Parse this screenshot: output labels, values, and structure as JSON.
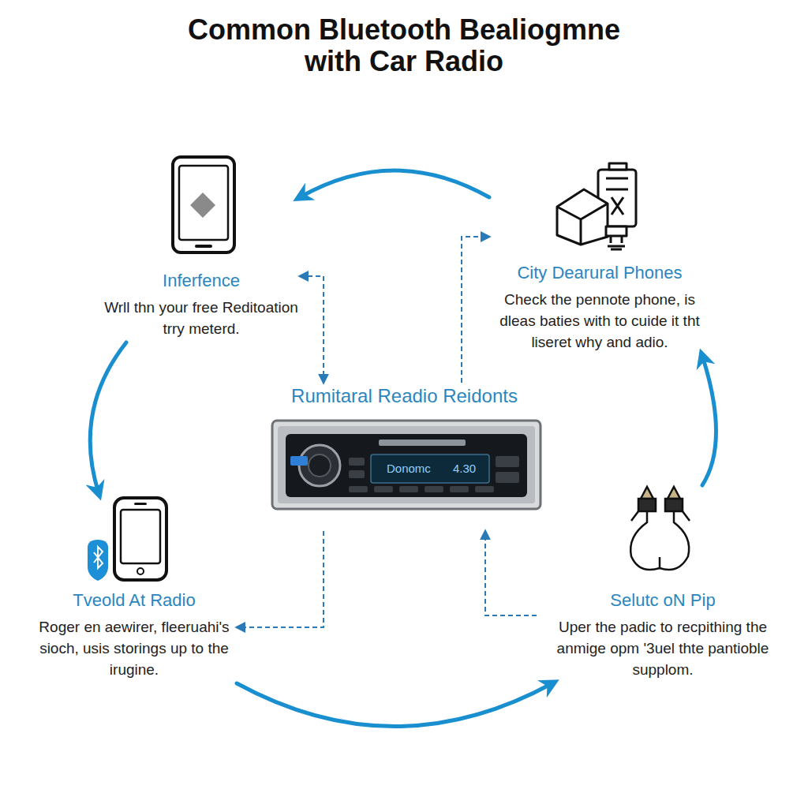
{
  "diagram": {
    "title": "Common Bluetooth Bealiogmne with Car Radio",
    "nodes": [
      {
        "text": [
          "Inferfence",
          "Wrll thn your free Reditoation trry meterd."
        ]
      },
      {
        "text": [
          "City Dearural Phones",
          "Check the pennote phone, is dleas baties with to cuide it tht liseret why and adio."
        ]
      },
      {
        "text": [
          "Rumitaral Readio Reidonts"
        ]
      },
      {
        "text": [
          "Tveold At Radio",
          "Roger en aewirer, fleeruahi's sioch, usis storings up to the irugine."
        ]
      },
      {
        "text": [
          "Selutc oN Pip",
          "Uper the padic to recpithing the anmige opm '3uel thte pantioble supplom."
        ]
      }
    ],
    "edges": [
      {
        "from": 1,
        "to": 0,
        "arrow": "to"
      },
      {
        "from": 0,
        "to": 3,
        "arrow": "to"
      },
      {
        "from": 3,
        "to": 4,
        "arrow": "to"
      },
      {
        "from": 4,
        "to": 1,
        "arrow": "to"
      },
      {
        "from": 0,
        "to": 2,
        "arrow": "both"
      },
      {
        "from": 2,
        "to": 1,
        "arrow": "to"
      },
      {
        "from": 2,
        "to": 3,
        "arrow": "to"
      },
      {
        "from": 4,
        "to": 2,
        "arrow": "to"
      }
    ],
    "labels": [
      "Donomc",
      "4.30"
    ]
  }
}
